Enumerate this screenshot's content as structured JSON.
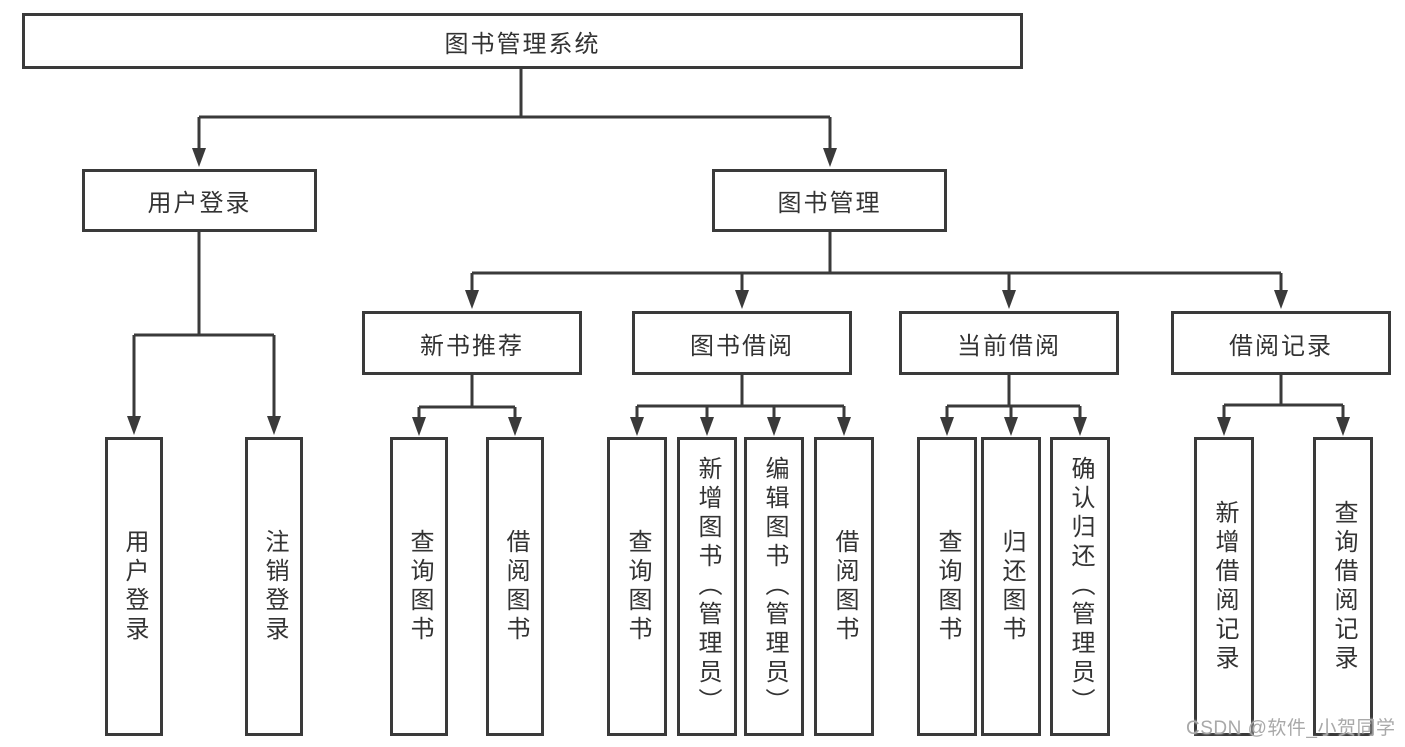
{
  "tree": {
    "label": "图书管理系统",
    "children": [
      {
        "label": "用户登录",
        "children": [
          {
            "label": "用户登录"
          },
          {
            "label": "注销登录"
          }
        ]
      },
      {
        "label": "图书管理",
        "children": [
          {
            "label": "新书推荐",
            "children": [
              {
                "label": "查询图书"
              },
              {
                "label": "借阅图书"
              }
            ]
          },
          {
            "label": "图书借阅",
            "children": [
              {
                "label": "查询图书"
              },
              {
                "label": "新增图书（管理员）"
              },
              {
                "label": "编辑图书（管理员）"
              },
              {
                "label": "借阅图书"
              }
            ]
          },
          {
            "label": "当前借阅",
            "children": [
              {
                "label": "查询图书"
              },
              {
                "label": "归还图书"
              },
              {
                "label": "确认归还（管理员）"
              }
            ]
          },
          {
            "label": "借阅记录",
            "children": [
              {
                "label": "新增借阅记录"
              },
              {
                "label": "查询借阅记录"
              }
            ]
          }
        ]
      }
    ]
  },
  "watermark": {
    "text": "CSDN @软件_小贺同学"
  },
  "colors": {
    "box_border": "#3a3a3a",
    "connector": "#3a3a3a",
    "text": "#333333",
    "watermark": "#a9a9a9",
    "background": "#ffffff"
  }
}
